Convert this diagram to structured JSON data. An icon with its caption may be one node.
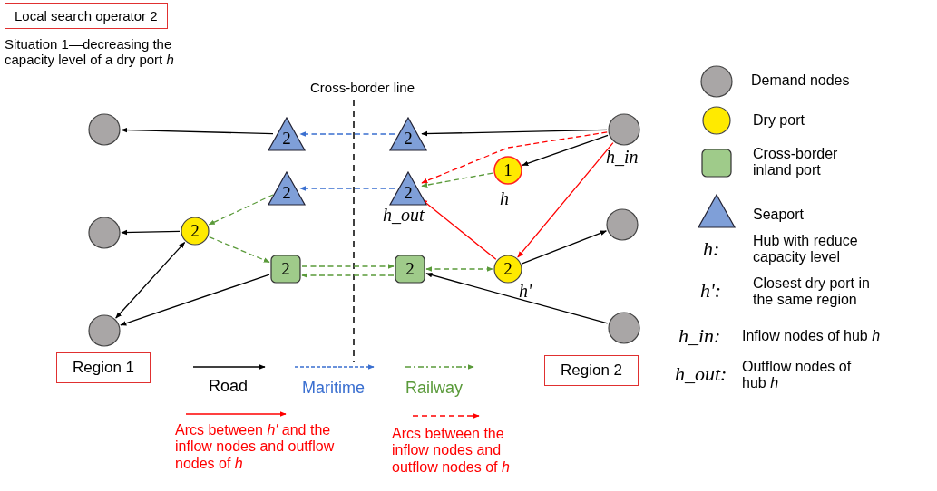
{
  "diagram": {
    "title": "Local search operator 2",
    "nodes": [
      {
        "text": [],
        "shape": "circle"
      },
      {
        "text": [
          "2"
        ]
      },
      {
        "text": [
          "2"
        ]
      },
      {
        "text": [],
        "shape": "circle",
        "beside": [
          "h_in"
        ]
      },
      {
        "text": [
          "2"
        ]
      },
      {
        "text": [
          "2"
        ],
        "beside": [
          "h_out"
        ]
      },
      {
        "text": [
          "1"
        ],
        "beside": [
          "h"
        ]
      },
      {
        "text": [],
        "shape": "circle"
      },
      {
        "text": [
          "2"
        ]
      },
      {
        "text": [
          "2"
        ]
      },
      {
        "text": [
          "2"
        ]
      },
      {
        "text": [
          "2"
        ],
        "beside": [
          "h'"
        ]
      },
      {
        "text": [],
        "shape": "circle"
      },
      {
        "text": [],
        "shape": "circle"
      },
      {
        "text": [],
        "shape": "circle"
      },
      {
        "text": [
          "Region 1"
        ]
      },
      {
        "text": [
          "Region 2"
        ]
      }
    ],
    "edges": [
      {
        "from": 1,
        "to": 0,
        "arrow": "to"
      },
      {
        "from": 2,
        "to": 1,
        "arrow": "to",
        "style": "dashed",
        "color": "#3a6fd0"
      },
      {
        "from": 3,
        "to": 2,
        "arrow": "to"
      },
      {
        "from": 3,
        "to": 5,
        "arrow": "to",
        "style": "dashed",
        "color": "#ff0000"
      },
      {
        "from": 3,
        "to": 6,
        "arrow": "to"
      },
      {
        "from": 6,
        "to": 5,
        "arrow": "to",
        "style": "dashed",
        "color": "#5a9a3a"
      },
      {
        "from": 5,
        "to": 4,
        "arrow": "to",
        "style": "dashed",
        "color": "#3a6fd0"
      },
      {
        "from": 4,
        "to": 8,
        "arrow": "to",
        "style": "dashed",
        "color": "#5a9a3a"
      },
      {
        "from": 8,
        "to": 7,
        "arrow": "to"
      },
      {
        "from": 8,
        "to": 13,
        "arrow": "both"
      },
      {
        "from": 8,
        "to": 9,
        "arrow": "to",
        "style": "dashed",
        "color": "#5a9a3a"
      },
      {
        "from": 9,
        "to": 10,
        "arrow": "to",
        "style": "dashed",
        "color": "#5a9a3a"
      },
      {
        "from": 10,
        "to": 9,
        "arrow": "to",
        "style": "dashed",
        "color": "#5a9a3a"
      },
      {
        "from": 10,
        "to": 11,
        "arrow": "both",
        "style": "dashed",
        "color": "#5a9a3a"
      },
      {
        "from": 9,
        "to": 13,
        "arrow": "to"
      },
      {
        "from": 3,
        "to": 11,
        "arrow": "to",
        "color": "#ff0000"
      },
      {
        "from": 11,
        "to": 5,
        "arrow": "to",
        "color": "#ff0000"
      },
      {
        "from": 11,
        "to": 12,
        "arrow": "to"
      },
      {
        "from": 14,
        "to": 10,
        "arrow": "to"
      }
    ],
    "labels": [
      "Situation 1—decreasing the capacity level of a dry port *h*",
      "Cross-border line",
      "h:",
      "Hub with reduce capacity level",
      "h':",
      "Closest dry port in the same region",
      "h_in:",
      "Inflow nodes of hub *h*",
      "h_out:",
      "Outflow nodes of hub *h*"
    ],
    "legend": [
      {
        "text": "Demand nodes"
      },
      {
        "text": "Dry port"
      },
      {
        "text": "Cross-border inland port"
      },
      {
        "text": "Seaport"
      },
      {
        "text": "Road"
      },
      {
        "text": "Maritime"
      },
      {
        "text": "Railway"
      },
      {
        "text": "Arcs between *h'* and the inflow nodes and outflow nodes of *h*"
      },
      {
        "text": "Arcs between the inflow nodes and outflow nodes of *h*"
      }
    ]
  }
}
